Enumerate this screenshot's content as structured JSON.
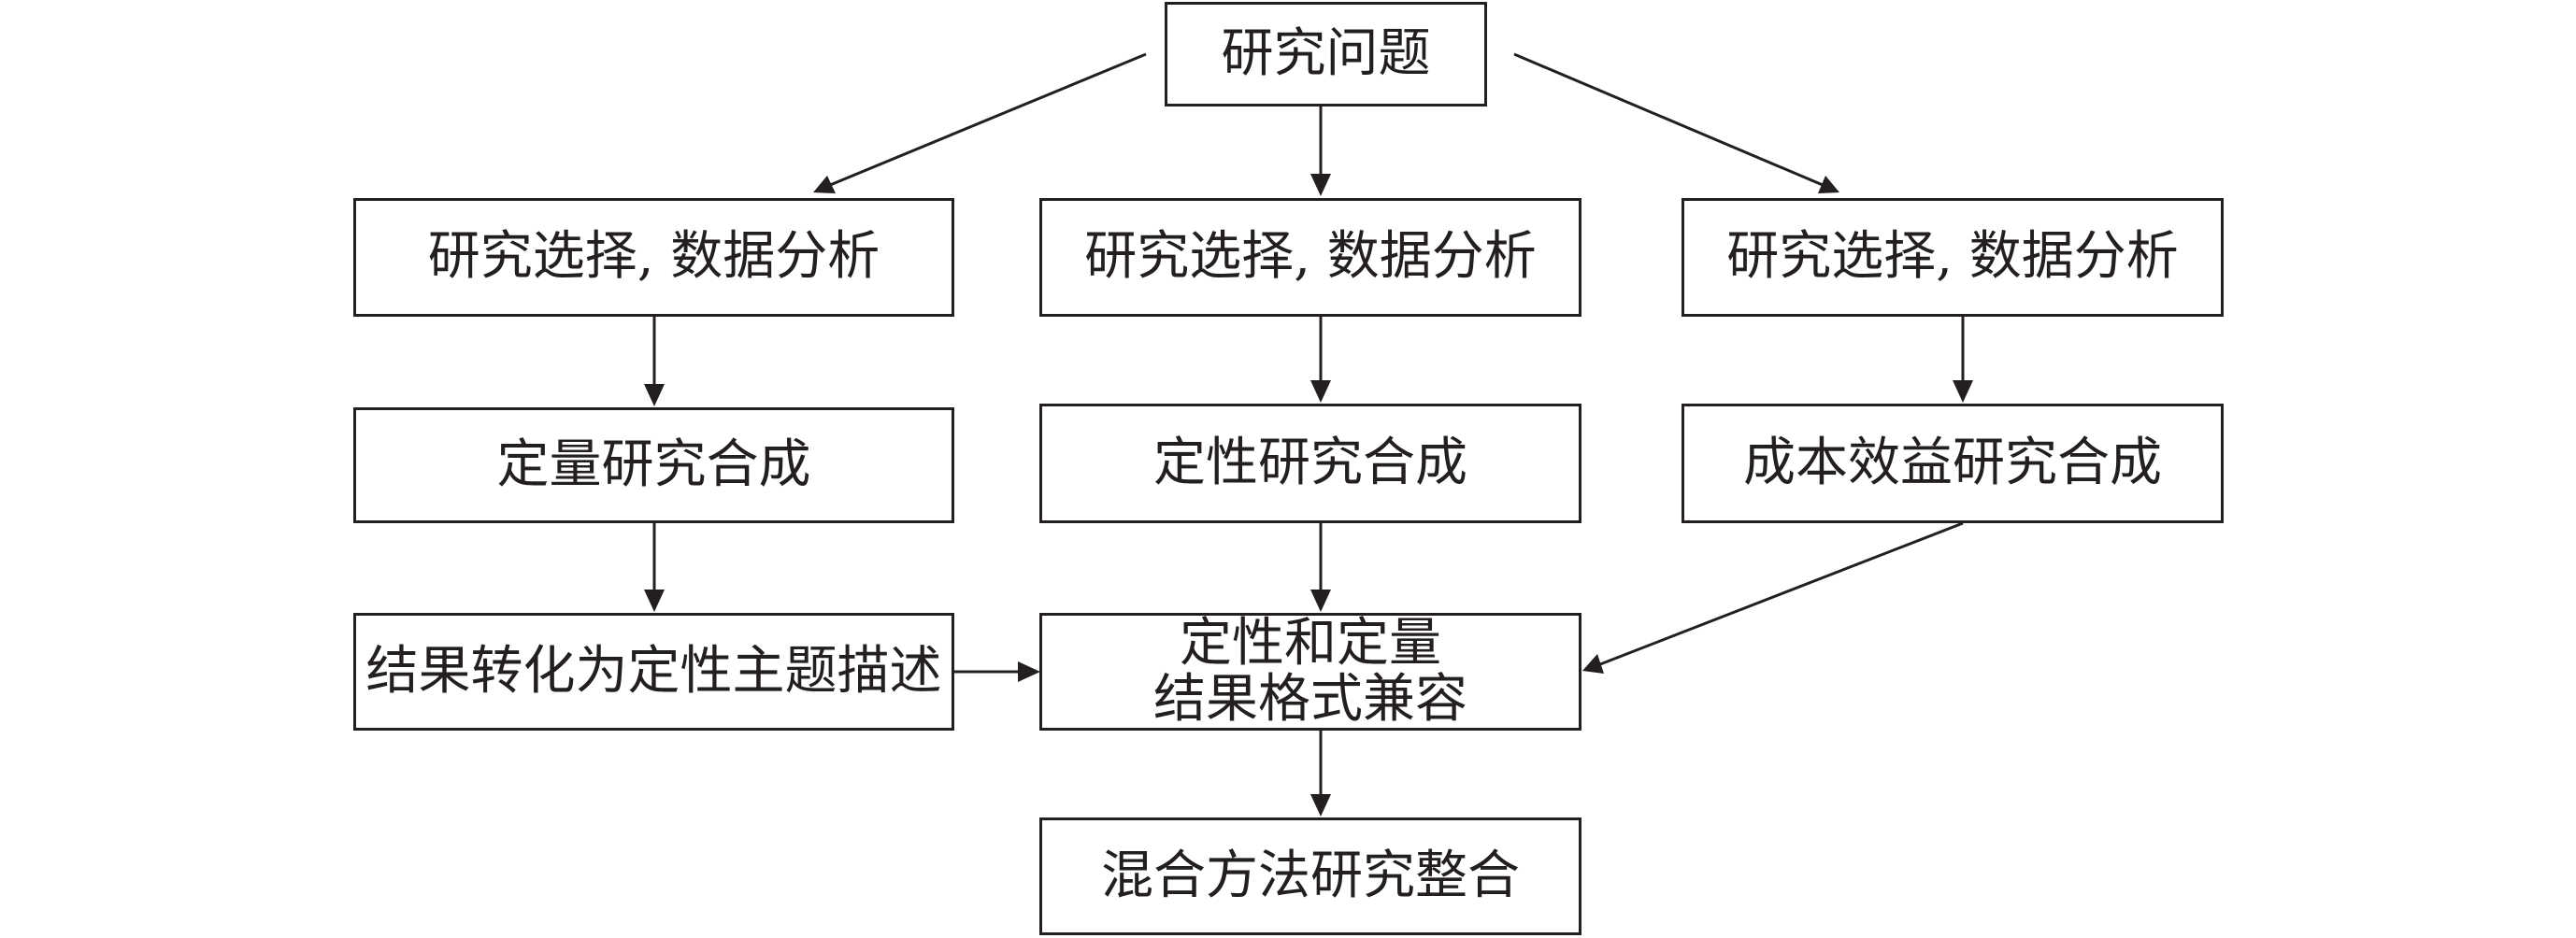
{
  "diagram": {
    "nodes": {
      "question": "研究问题",
      "select_left": "研究选择, 数据分析",
      "select_mid": "研究选择, 数据分析",
      "select_right": "研究选择, 数据分析",
      "quant_synthesis": "定量研究合成",
      "qual_synthesis": "定性研究合成",
      "cost_synthesis": "成本效益研究合成",
      "transform": "结果转化为定性主题描述",
      "compatible_line1": "定性和定量",
      "compatible_line2": "结果格式兼容",
      "integration": "混合方法研究整合"
    },
    "edges": [
      [
        "question",
        "select_left"
      ],
      [
        "question",
        "select_mid"
      ],
      [
        "question",
        "select_right"
      ],
      [
        "select_left",
        "quant_synthesis"
      ],
      [
        "select_mid",
        "qual_synthesis"
      ],
      [
        "select_right",
        "cost_synthesis"
      ],
      [
        "quant_synthesis",
        "transform"
      ],
      [
        "qual_synthesis",
        "compatible"
      ],
      [
        "transform",
        "compatible"
      ],
      [
        "cost_synthesis",
        "compatible"
      ],
      [
        "compatible",
        "integration"
      ]
    ],
    "colors": {
      "line": "#231f20",
      "box_fill": "#ffffff",
      "text": "#231f20"
    }
  }
}
